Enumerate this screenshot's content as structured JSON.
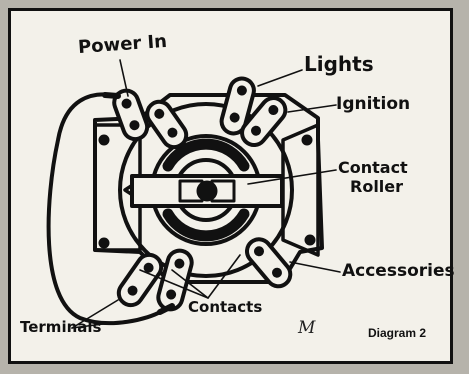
{
  "labels": {
    "power_in": "Power In",
    "lights": "Lights",
    "ignition": "Ignition",
    "contact": "Contact",
    "roller": "Roller",
    "accessories": "Accessories",
    "contacts": "Contacts",
    "terminals": "Terminals"
  },
  "caption": "Diagram 2",
  "signature": "M",
  "colors": {
    "paper": "#f3f1ea",
    "ink": "#111111",
    "background": "#b6b3ab"
  }
}
